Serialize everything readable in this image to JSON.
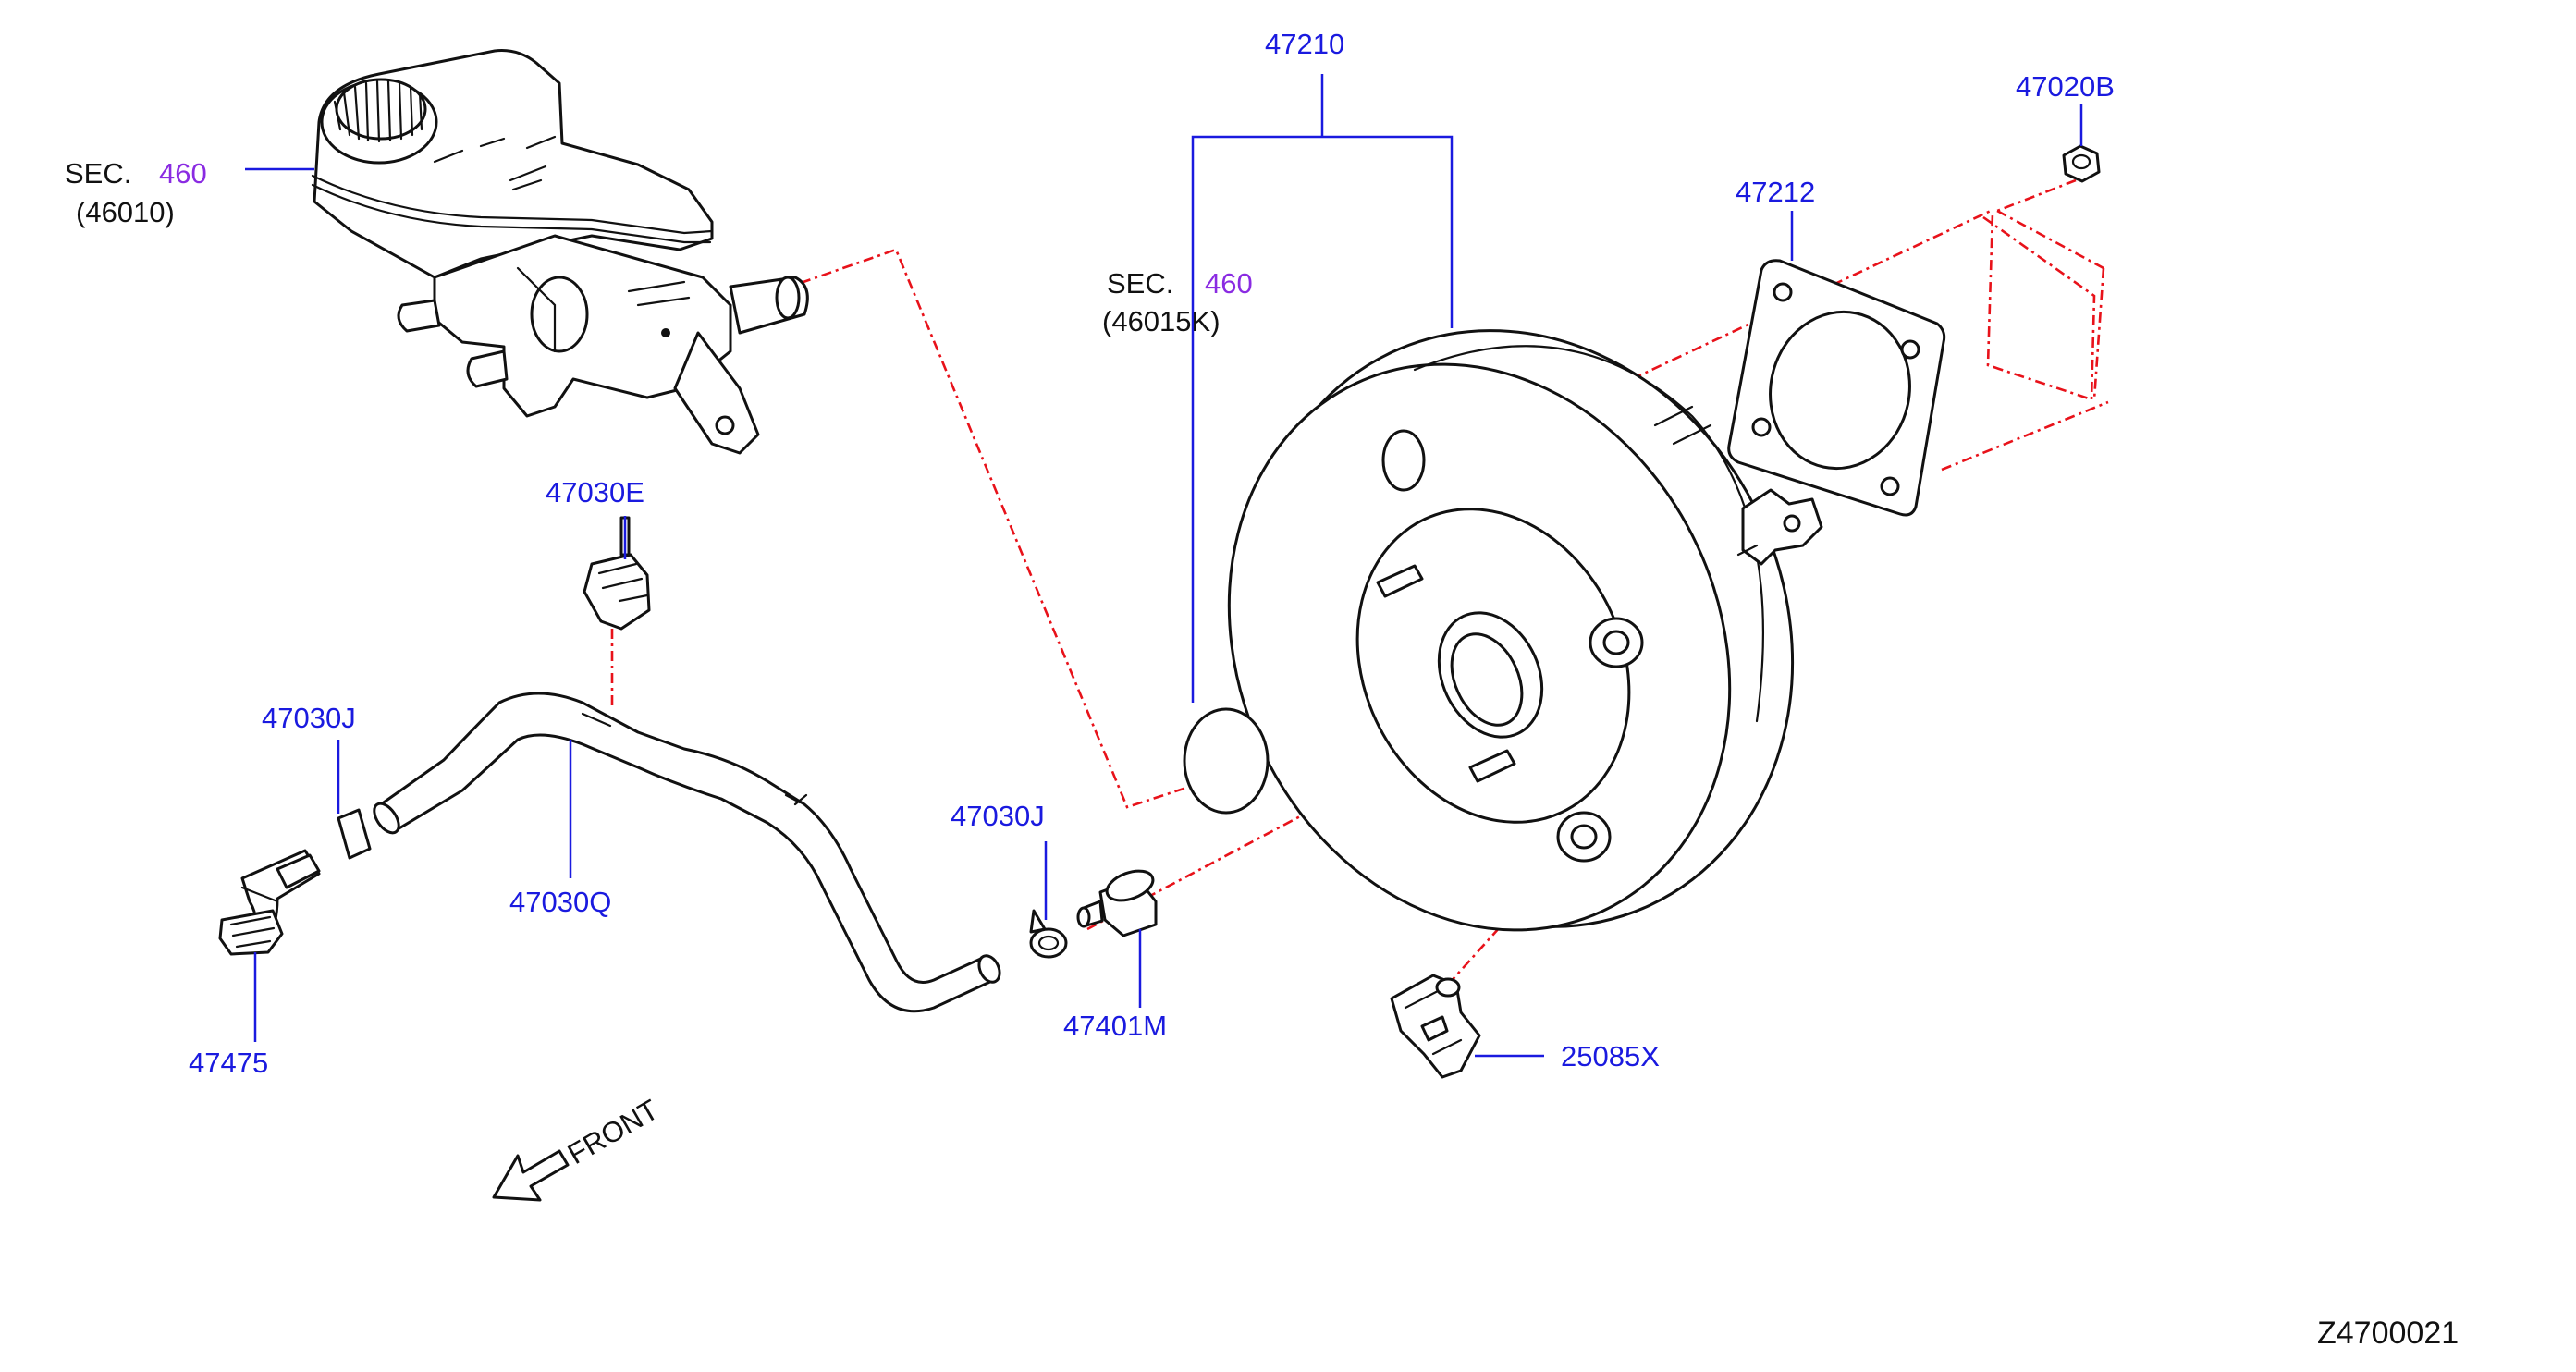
{
  "labels": {
    "sec_a": "SEC.",
    "sec_a_num": "460",
    "sec_a_sub": "(46010)",
    "sec_b": "SEC.",
    "sec_b_num": "460",
    "sec_b_sub": "(46015K)",
    "p47210": "47210",
    "p47020B": "47020B",
    "p47212": "47212",
    "p47030E": "47030E",
    "p47030J_left": "47030J",
    "p47030Q": "47030Q",
    "p47475": "47475",
    "p47030J_right": "47030J",
    "p47401M": "47401M",
    "p25085X": "25085X",
    "front": "FRONT",
    "diagram_id": "Z4700021"
  },
  "colors": {
    "part_number": "#1a1adf",
    "section_ref": "#8a2be2",
    "hidden_line": "#e8121a",
    "outline": "#111111"
  }
}
